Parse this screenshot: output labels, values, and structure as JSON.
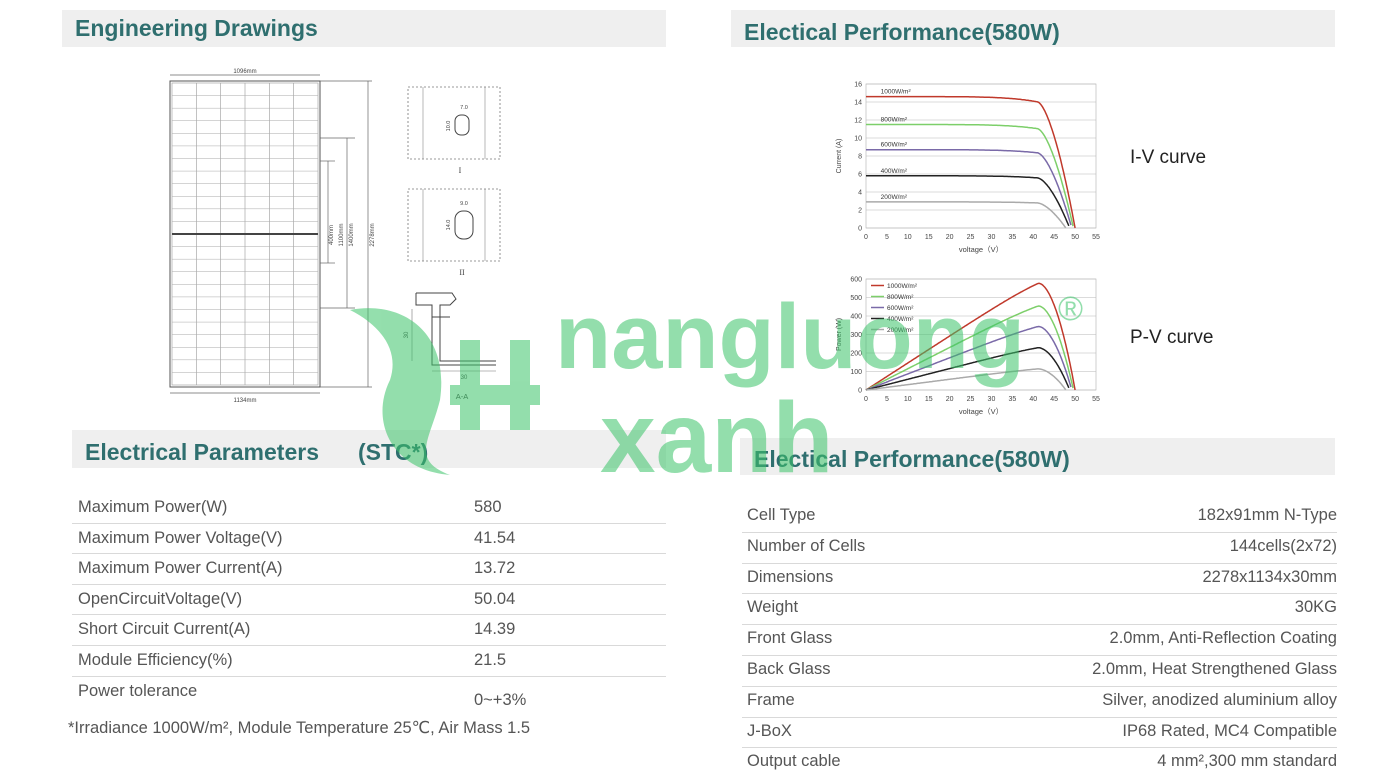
{
  "engineering": {
    "title": "Engineering Drawings"
  },
  "drawing": {
    "width_label": "1096mm",
    "bottom_label": "1134mm",
    "height_label": "2278mm",
    "dim_1400": "1400mm",
    "dim_1100": "1100mm",
    "dim_400": "400mm",
    "detail1": {
      "w": "7.0",
      "h": "10.0",
      "name": "I"
    },
    "detail2": {
      "w": "9.0",
      "h": "14.0",
      "name": "II"
    },
    "section": {
      "h": "30",
      "w": "30",
      "name": "A-A"
    }
  },
  "perf_top": {
    "title": "Electical Performance(580W)"
  },
  "iv_label": "I-V curve",
  "pv_label": "P-V curve",
  "chart_data": [
    {
      "type": "line",
      "title": "I-V curve",
      "xlabel": "voltage（V）",
      "ylabel": "Current (A)",
      "xlim": [
        0,
        55
      ],
      "ylim": [
        0,
        16
      ],
      "xticks": [
        0,
        5,
        10,
        15,
        20,
        25,
        30,
        35,
        40,
        45,
        50,
        55
      ],
      "yticks": [
        0,
        2,
        4,
        6,
        8,
        10,
        12,
        14,
        16
      ],
      "grid": true,
      "series": [
        {
          "name": "1000W/m²",
          "color": "#c0392b",
          "isc": 14.6,
          "vmp": 41,
          "voc": 50
        },
        {
          "name": "800W/m²",
          "color": "#7dcf6a",
          "isc": 11.5,
          "vmp": 41,
          "voc": 49.6
        },
        {
          "name": "600W/m²",
          "color": "#7a6aa8",
          "isc": 8.7,
          "vmp": 41,
          "voc": 49.2
        },
        {
          "name": "400W/m²",
          "color": "#222222",
          "isc": 5.8,
          "vmp": 41,
          "voc": 48.7
        },
        {
          "name": "200W/m²",
          "color": "#aaaaaa",
          "isc": 2.9,
          "vmp": 41,
          "voc": 47.8
        }
      ]
    },
    {
      "type": "line",
      "title": "P-V curve",
      "xlabel": "voltage（V）",
      "ylabel": "Power (W)",
      "xlim": [
        0,
        55
      ],
      "ylim": [
        0,
        600
      ],
      "xticks": [
        0,
        5,
        10,
        15,
        20,
        25,
        30,
        35,
        40,
        45,
        50,
        55
      ],
      "yticks": [
        0,
        100,
        200,
        300,
        400,
        500,
        600
      ],
      "grid": true,
      "legend": "top-left",
      "series": [
        {
          "name": "1000W/m²",
          "color": "#c0392b",
          "isc": 14.6,
          "vmp": 41,
          "voc": 50
        },
        {
          "name": "800W/m²",
          "color": "#7dcf6a",
          "isc": 11.5,
          "vmp": 41,
          "voc": 49.6
        },
        {
          "name": "600W/m²",
          "color": "#7a6aa8",
          "isc": 8.7,
          "vmp": 41,
          "voc": 49.2
        },
        {
          "name": "400W/m²",
          "color": "#222222",
          "isc": 5.8,
          "vmp": 41,
          "voc": 48.7
        },
        {
          "name": "200W/m²",
          "color": "#aaaaaa",
          "isc": 2.9,
          "vmp": 41,
          "voc": 47.8
        }
      ]
    }
  ],
  "params": {
    "title": "Electrical Parameters",
    "subtitle": "(STC*)",
    "rows": [
      {
        "k": "Maximum Power(W)",
        "v": "580"
      },
      {
        "k": "Maximum Power Voltage(V)",
        "v": "41.54"
      },
      {
        "k": "Maximum Power Current(A)",
        "v": "13.72"
      },
      {
        "k": "OpenCircuitVoltage(V)",
        "v": "50.04"
      },
      {
        "k": "Short Circuit Current(A)",
        "v": "14.39"
      },
      {
        "k": "Module Efficiency(%)",
        "v": "21.5"
      },
      {
        "k": "Power tolerance",
        "v": "0~+3%"
      }
    ],
    "note": "*Irradiance 1000W/m², Module Temperature 25℃, Air Mass 1.5"
  },
  "specs": {
    "title": "Electical Performance(580W)",
    "rows": [
      {
        "k": "Cell Type",
        "v": "182x91mm N-Type"
      },
      {
        "k": "Number of Cells",
        "v": "144cells(2x72)"
      },
      {
        "k": "Dimensions",
        "v": "2278x1134x30mm"
      },
      {
        "k": "Weight",
        "v": "30KG"
      },
      {
        "k": "Front Glass",
        "v": "2.0mm, Anti-Reflection Coating"
      },
      {
        "k": "Back Glass",
        "v": "2.0mm, Heat Strengthened Glass"
      },
      {
        "k": "Frame",
        "v": "Silver, anodized aluminium alloy"
      },
      {
        "k": "J-BoX",
        "v": "IP68 Rated, MC4 Compatible"
      },
      {
        "k": "Output cable",
        "v": "4 mm²,300 mm standard"
      }
    ]
  },
  "watermark": {
    "line1": "nangluong",
    "line2": "xanh",
    "mark": "®",
    "color": "#3cc46a"
  }
}
